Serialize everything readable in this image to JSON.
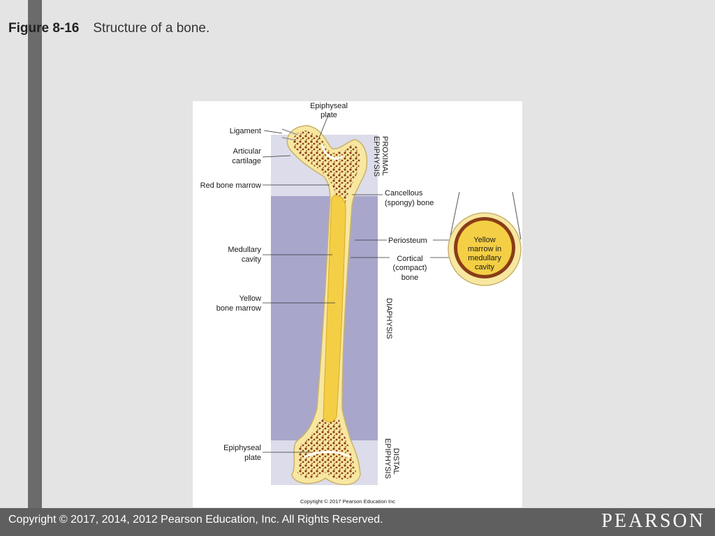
{
  "slide": {
    "figure_number": "Figure 8-16",
    "figure_caption": "Structure of a bone.",
    "footer_copyright": "Copyright © 2017, 2014, 2012 Pearson Education, Inc. All Rights Reserved.",
    "footer_brand": "PEARSON"
  },
  "figure": {
    "labels": {
      "epiphyseal_plate_top_1": "Epiphyseal",
      "epiphyseal_plate_top_2": "plate",
      "ligament": "Ligament",
      "articular_cartilage_1": "Articular",
      "articular_cartilage_2": "cartilage",
      "red_bone_marrow": "Red bone marrow",
      "medullary_cavity_1": "Medullary",
      "medullary_cavity_2": "cavity",
      "yellow_bone_marrow_1": "Yellow",
      "yellow_bone_marrow_2": "bone marrow",
      "epiphyseal_plate_bottom_1": "Epiphyseal",
      "epiphyseal_plate_bottom_2": "plate",
      "cancellous_bone_1": "Cancellous",
      "cancellous_bone_2": "(spongy) bone",
      "periosteum": "Periosteum",
      "cortical_bone_1": "Cortical",
      "cortical_bone_2": "(compact)",
      "cortical_bone_3": "bone",
      "proximal_epiphysis_1": "PROXIMAL",
      "proximal_epiphysis_2": "EPIPHYSIS",
      "diaphysis": "DIAPHYSIS",
      "distal_epiphysis_1": "DISTAL",
      "distal_epiphysis_2": "EPIPHYSIS",
      "inset_1": "Yellow",
      "inset_2": "marrow in",
      "inset_3": "medullary",
      "inset_4": "cavity",
      "figure_copyright": "Copyright © 2017 Pearson Education Inc"
    },
    "colors": {
      "bone": "#f7e7a1",
      "marrow": "#f4cf45",
      "spongy": "#8a3d16",
      "region_band": "#a9a6cc",
      "region_light": "#dcdcea"
    }
  }
}
